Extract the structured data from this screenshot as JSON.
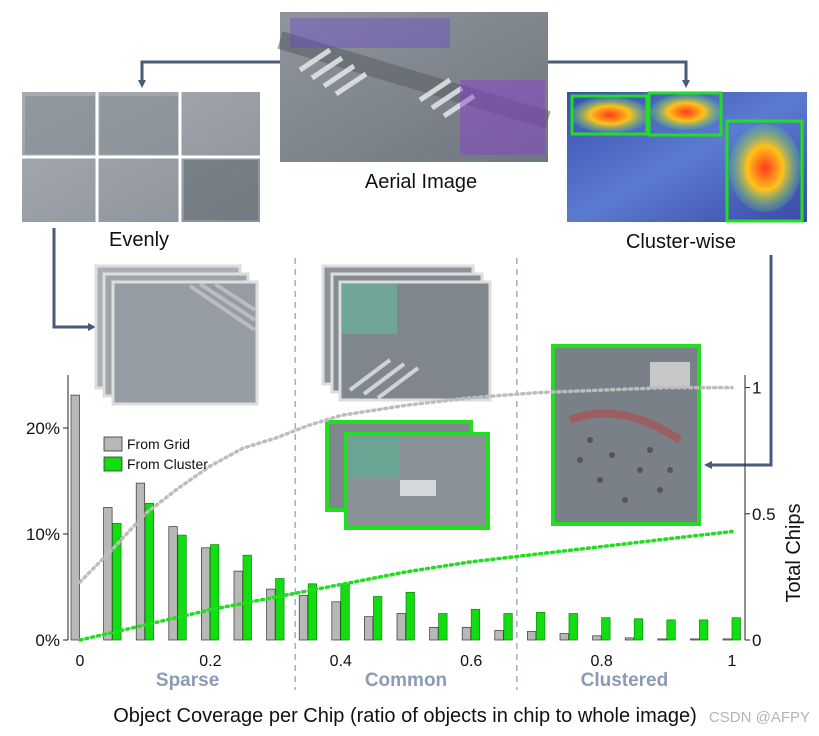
{
  "figure": {
    "caption_top_center": "Aerial Image",
    "caption_left": "Evenly",
    "caption_right": "Cluster-wise",
    "watermark": "CSDN @AFPY"
  },
  "colors": {
    "grid_bar": "#b8b8b8",
    "cluster_bar": "#11dd11",
    "grid_curve": "#bdbdbd",
    "cluster_curve": "#22dd22",
    "arrow": "#4a5a78",
    "region_divider": "#8a9bb7",
    "region_text": "#8a9bb7",
    "chip_highlight": "#22dd22"
  },
  "icons": [
    "aerial-photo",
    "grid-split-photo",
    "heatmap-photo",
    "chip-stack",
    "clustered-chip-photo"
  ],
  "chart_data": {
    "type": "bar",
    "xlabel": "Object Coverage per Chip (ratio of objects in chip to whole image)",
    "ylabel_right": "Total Chips",
    "xlim": [
      0,
      1
    ],
    "ylim": [
      0,
      0.25
    ],
    "ylim_right": [
      0,
      1.05
    ],
    "x_ticks": [
      0,
      0.2,
      0.4,
      0.6,
      0.8,
      1
    ],
    "x_tick_labels": [
      "0",
      "0.2",
      "0.4",
      "0.6",
      "0.8",
      "1"
    ],
    "y_ticks": [
      0,
      0.1,
      0.2
    ],
    "y_tick_labels": [
      "0%",
      "10%",
      "20%"
    ],
    "y_right_ticks": [
      0,
      0.5,
      1
    ],
    "y_right_tick_labels": [
      "0",
      "0.5",
      "1"
    ],
    "x": [
      0.0,
      0.05,
      0.1,
      0.15,
      0.2,
      0.25,
      0.3,
      0.35,
      0.4,
      0.45,
      0.5,
      0.55,
      0.6,
      0.65,
      0.7,
      0.75,
      0.8,
      0.85,
      0.9,
      0.95,
      1.0
    ],
    "series": [
      {
        "name": "From Grid",
        "values": [
          0.231,
          0.125,
          0.148,
          0.107,
          0.087,
          0.065,
          0.048,
          0.042,
          0.036,
          0.022,
          0.025,
          0.012,
          0.012,
          0.009,
          0.008,
          0.006,
          0.004,
          0.002,
          0.001,
          0.001,
          0.001
        ]
      },
      {
        "name": "From Cluster",
        "values": [
          0.0,
          0.11,
          0.129,
          0.099,
          0.09,
          0.08,
          0.058,
          0.053,
          0.053,
          0.041,
          0.045,
          0.025,
          0.029,
          0.025,
          0.026,
          0.025,
          0.021,
          0.02,
          0.019,
          0.019,
          0.021
        ]
      }
    ],
    "cumulative_curves": [
      {
        "series": "From Grid",
        "style": "dotted",
        "x": [
          0.0,
          0.05,
          0.1,
          0.15,
          0.2,
          0.25,
          0.3,
          0.35,
          0.4,
          0.5,
          0.6,
          0.7,
          0.8,
          0.9,
          1.0
        ],
        "y": [
          0.23,
          0.36,
          0.5,
          0.6,
          0.69,
          0.76,
          0.8,
          0.85,
          0.89,
          0.93,
          0.96,
          0.98,
          0.99,
          1.0,
          1.0
        ]
      },
      {
        "series": "From Cluster",
        "style": "dotted",
        "x": [
          0.0,
          0.1,
          0.2,
          0.3,
          0.4,
          0.5,
          0.6,
          0.7,
          0.8,
          0.9,
          1.0
        ],
        "y": [
          0.0,
          0.06,
          0.12,
          0.17,
          0.22,
          0.27,
          0.31,
          0.34,
          0.37,
          0.4,
          0.43
        ]
      }
    ],
    "legend": {
      "placement": "upper-left",
      "entries": [
        "From Grid",
        "From Cluster"
      ]
    },
    "regions": [
      {
        "label": "Sparse",
        "x_range": [
          0,
          0.33
        ]
      },
      {
        "label": "Common",
        "x_range": [
          0.33,
          0.67
        ]
      },
      {
        "label": "Clustered",
        "x_range": [
          0.67,
          1
        ]
      }
    ],
    "grid": false
  }
}
